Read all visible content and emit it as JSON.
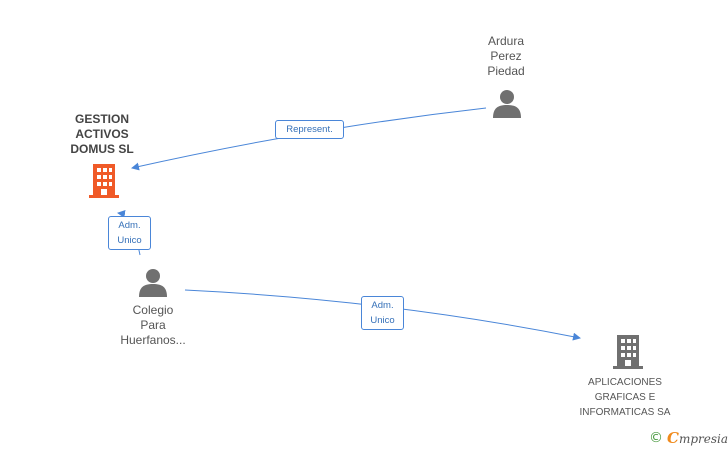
{
  "nodes": {
    "gestion": {
      "lines": [
        "GESTION",
        "ACTIVOS",
        "DOMUS SL"
      ],
      "icon": "building-icon",
      "color": "#f05a28"
    },
    "ardura": {
      "lines": [
        "Ardura",
        "Perez",
        "Piedad"
      ],
      "icon": "person-icon",
      "color": "#707070"
    },
    "colegio": {
      "lines": [
        "Colegio",
        "Para",
        "Huerfanos..."
      ],
      "icon": "person-icon",
      "color": "#707070"
    },
    "aplicaciones": {
      "lines": [
        "APLICACIONES",
        "GRAFICAS E",
        "INFORMATICAS SA"
      ],
      "icon": "building-icon",
      "color": "#707070"
    }
  },
  "edges": {
    "represent": {
      "lines": [
        "Represent."
      ]
    },
    "adm1": {
      "lines": [
        "Adm.",
        "Unico"
      ]
    },
    "adm2": {
      "lines": [
        "Adm.",
        "Unico"
      ]
    }
  },
  "colors": {
    "edge": "#4a86d8",
    "edge_label_text": "#3570b8"
  },
  "footer": {
    "copyright": "©",
    "brand_initial": "C",
    "brand_rest": "mpresia"
  }
}
